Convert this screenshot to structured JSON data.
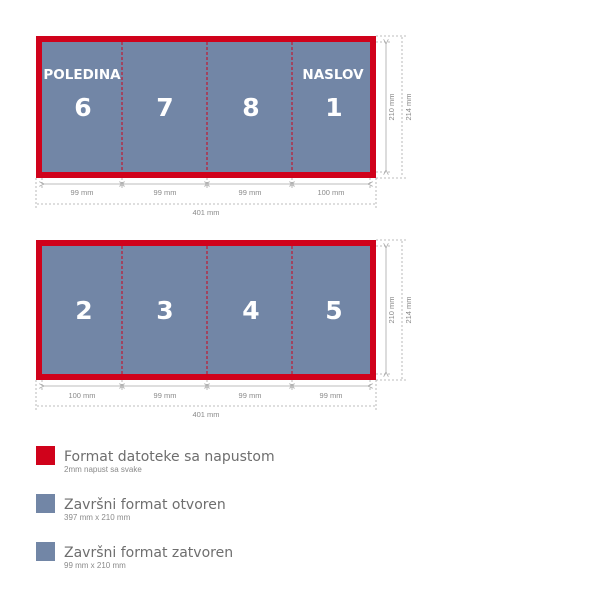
{
  "colors": {
    "bleed": "#d0021b",
    "panel": "#7286a6",
    "guide": "#a8a8a8"
  },
  "top_layout": {
    "panels": [
      {
        "number": "6",
        "label": "POLEDINA"
      },
      {
        "number": "7",
        "label": ""
      },
      {
        "number": "8",
        "label": ""
      },
      {
        "number": "1",
        "label": "NASLOV"
      }
    ],
    "widths": [
      "99 mm",
      "99 mm",
      "99 mm",
      "100 mm"
    ],
    "total_width": "401 mm",
    "height_inner": "210 mm",
    "height_outer": "214 mm"
  },
  "bottom_layout": {
    "panels": [
      {
        "number": "2"
      },
      {
        "number": "3"
      },
      {
        "number": "4"
      },
      {
        "number": "5"
      }
    ],
    "widths": [
      "100 mm",
      "99 mm",
      "99 mm",
      "99 mm"
    ],
    "total_width": "401 mm",
    "height_inner": "210 mm",
    "height_outer": "214 mm"
  },
  "legend": [
    {
      "title": "Format datoteke sa napustom",
      "subtitle": "2mm napust sa svake",
      "swatch": "bleed"
    },
    {
      "title": "Završni format otvoren",
      "subtitle": "397 mm x 210 mm",
      "swatch": "panel"
    },
    {
      "title": "Završni format zatvoren",
      "subtitle": "99 mm x 210 mm",
      "swatch": "panel"
    }
  ]
}
